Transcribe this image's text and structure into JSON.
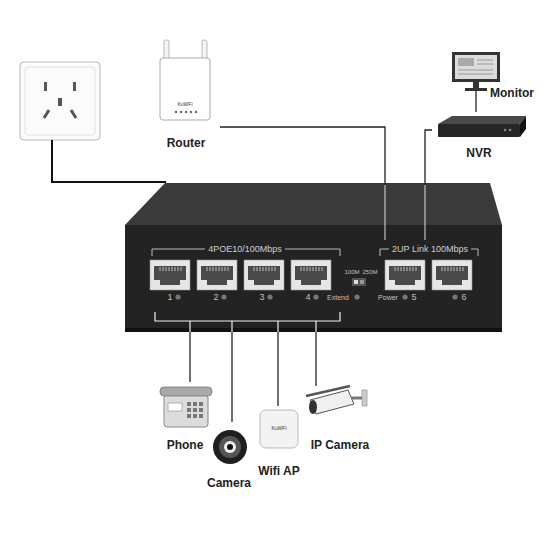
{
  "diagram": {
    "nodes": [
      {
        "text": [
          "Router"
        ]
      },
      {
        "text": [
          "Monitor"
        ]
      },
      {
        "text": [
          "NVR"
        ]
      },
      {
        "text": [
          "4POE10/100Mbps",
          "2UP Link 100Mbps"
        ]
      },
      {
        "text": [
          "Phone"
        ]
      },
      {
        "text": [
          "Camera"
        ]
      },
      {
        "text": [
          "Wifi AP"
        ]
      },
      {
        "text": [
          "IP Camera"
        ]
      }
    ],
    "edges": [
      {
        "from": 0,
        "to": 3,
        "arrow": "none"
      },
      {
        "from": 1,
        "to": 2,
        "arrow": "none"
      },
      {
        "from": 2,
        "to": 3,
        "arrow": "none"
      },
      {
        "from": 3,
        "to": 4,
        "arrow": "none"
      },
      {
        "from": 3,
        "to": 5,
        "arrow": "none"
      },
      {
        "from": 3,
        "to": 6,
        "arrow": "none"
      },
      {
        "from": 3,
        "to": 7,
        "arrow": "none"
      }
    ],
    "labels": [
      "KuWFi",
      "1",
      "2",
      "3",
      "4",
      "100M",
      "250M",
      "Extend",
      "Power",
      "5",
      "6",
      "KuWFi"
    ]
  }
}
